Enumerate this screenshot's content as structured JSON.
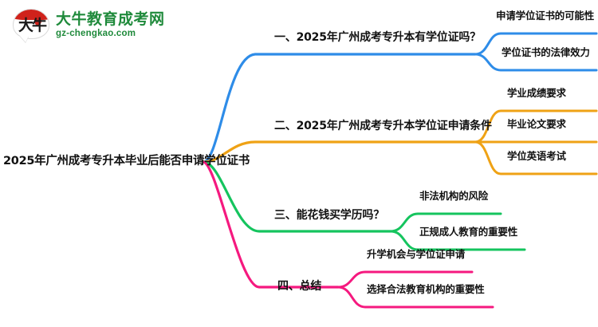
{
  "logo": {
    "mark_char": "大牛",
    "title": "大牛教育成考网",
    "subtitle": "gz-chengkao.com",
    "brand_color": "#1f8a3b",
    "mark_color": "#d0221b"
  },
  "mindmap": {
    "root": {
      "label": "2025年广州成考专升本毕业后能否申请学位证书"
    },
    "branches": [
      {
        "label": "一、2025年广州成考专升本有学位证吗？",
        "color": "#2e8ce8",
        "children": [
          {
            "label": "申请学位证书的可能性"
          },
          {
            "label": "学位证书的法律效力"
          }
        ]
      },
      {
        "label": "二、2025年广州成考专升本学位证申请条件",
        "color": "#efa215",
        "children": [
          {
            "label": "学业成绩要求"
          },
          {
            "label": "毕业论文要求"
          },
          {
            "label": "学位英语考试"
          }
        ]
      },
      {
        "label": "三、能花钱买学历吗？",
        "color": "#15c45e",
        "children": [
          {
            "label": "非法机构的风险"
          },
          {
            "label": "正规成人教育的重要性"
          }
        ]
      },
      {
        "label": "四、总结",
        "color": "#f5197f",
        "children": [
          {
            "label": "升学机会与学位证申请"
          },
          {
            "label": "选择合法教育机构的重要性"
          }
        ]
      }
    ]
  }
}
